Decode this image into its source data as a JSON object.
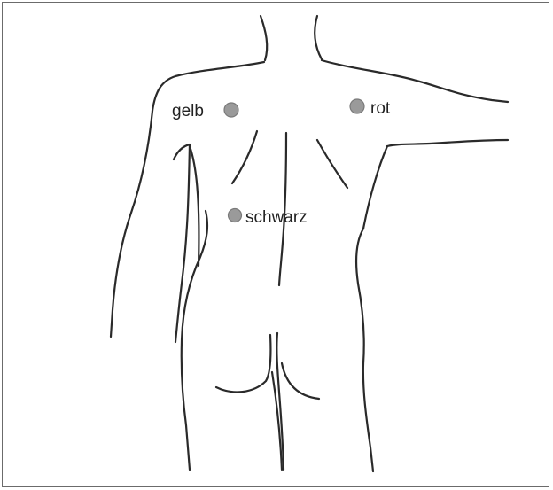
{
  "colors": {
    "line": "#2a2a2a",
    "electrode_fill": "#9a9a9a",
    "background": "#ffffff"
  },
  "electrodes": {
    "gelb": "gelb",
    "rot": "rot",
    "schwarz": "schwarz"
  }
}
